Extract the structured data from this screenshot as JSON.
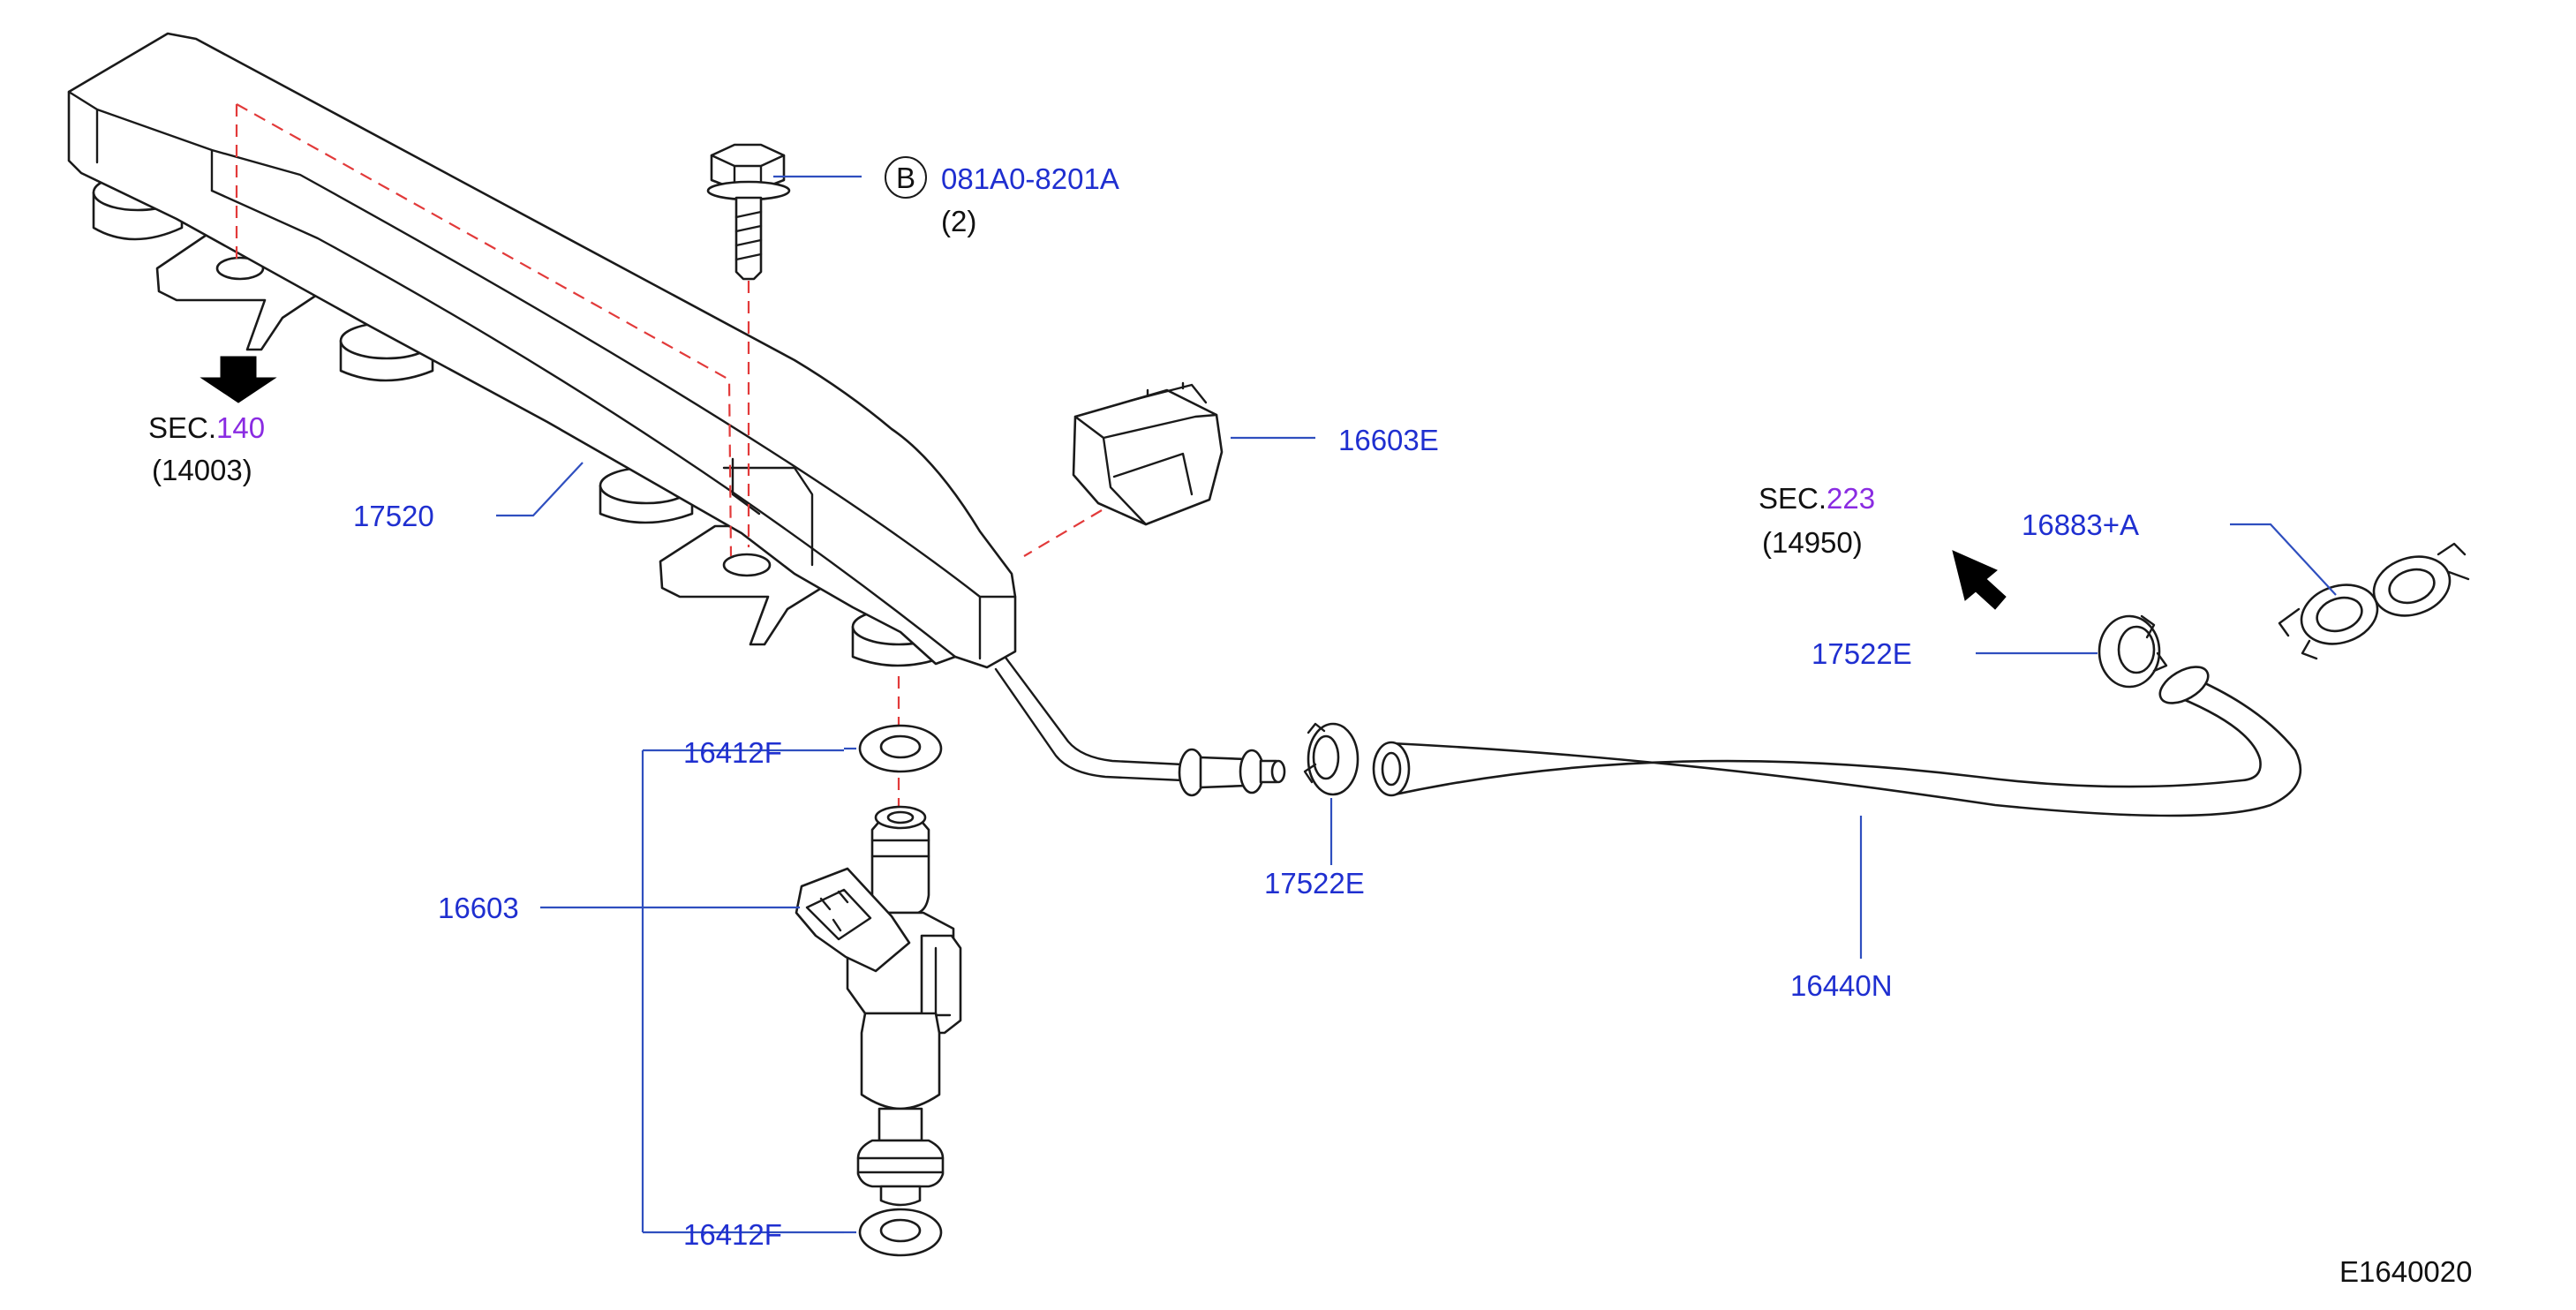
{
  "labels": {
    "fuel_rail": "17520",
    "injector": "16603",
    "o_ring_upper": "16412F",
    "o_ring_lower": "16412F",
    "injector_connector": "16603E",
    "clamp_near": "17522E",
    "clamp_far": "17522E",
    "hose": "16440N",
    "clip": "16883+A",
    "bolt_callout_letter": "B",
    "bolt_part": "081A0-8201A",
    "bolt_qty": "(2)",
    "diagram_id": "E1640020"
  },
  "sections": {
    "sec140": {
      "prefix": "SEC.",
      "number": "140",
      "ref": "(14003)"
    },
    "sec223": {
      "prefix": "SEC.",
      "number": "223",
      "ref": "(14950)"
    }
  },
  "colors": {
    "part_label": "#1f2fd0",
    "section_number": "#8a2be2",
    "leader_line": "#2f4fbf",
    "dashed_guide": "#e23a3a",
    "outline": "#1a1a1a"
  }
}
